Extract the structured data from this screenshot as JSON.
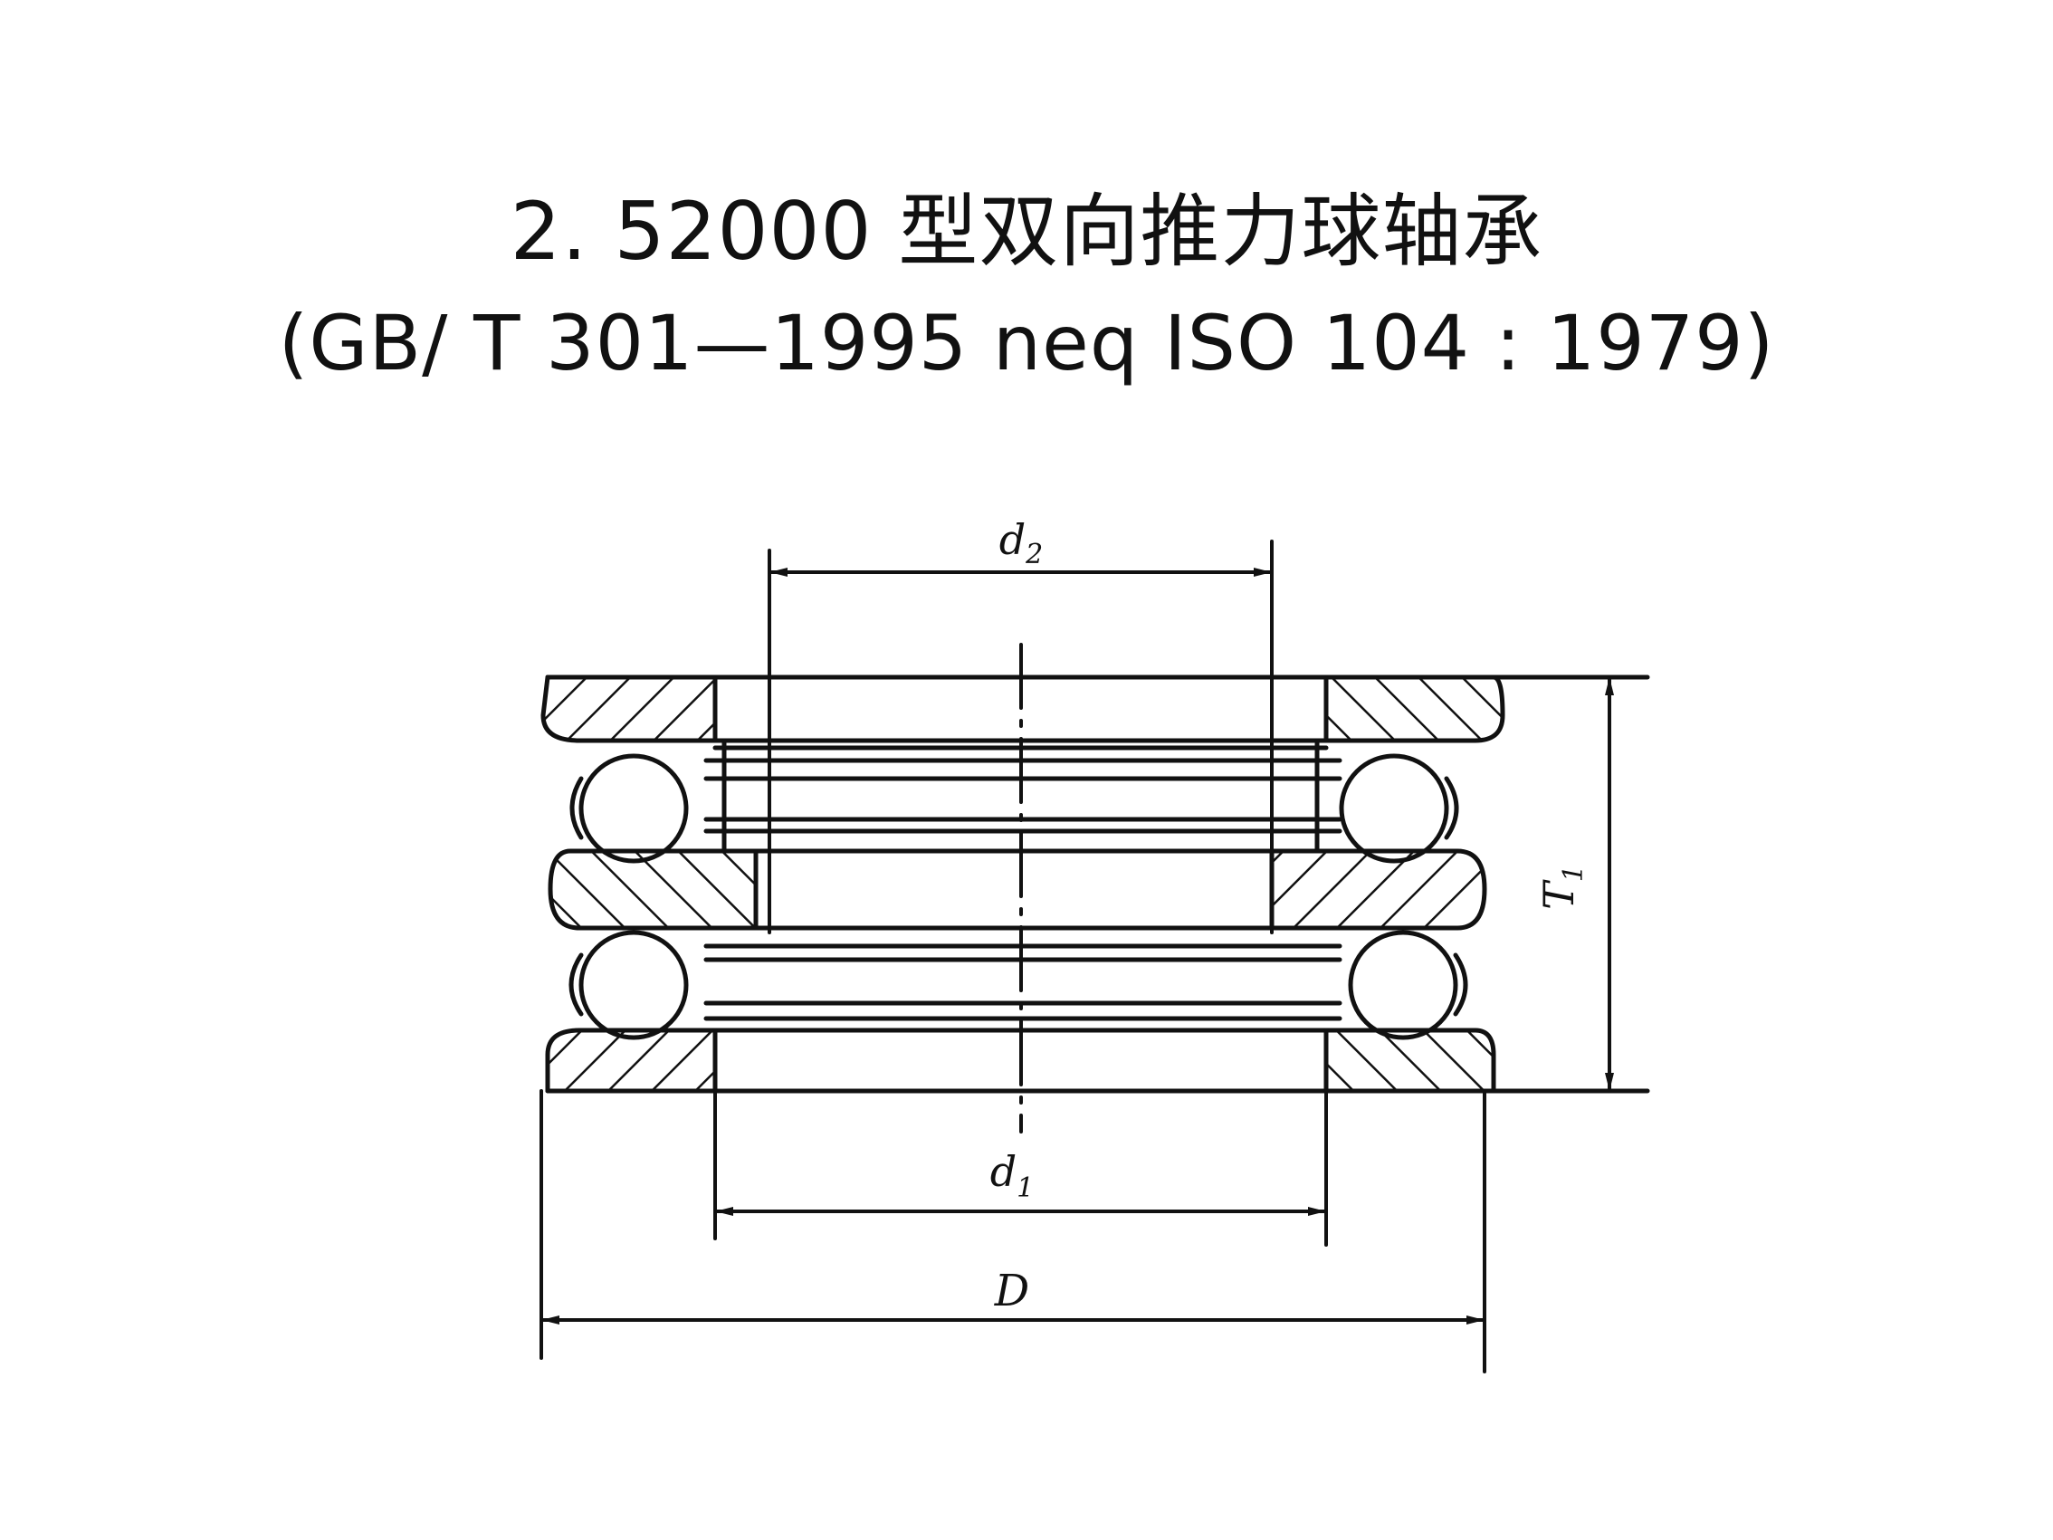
{
  "title": {
    "line1": "2. 52000 型双向推力球轴承",
    "line2": "(GB/ T 301—1995   neq ISO 104 : 1979)"
  },
  "diagram": {
    "labels": {
      "d2": "d",
      "d2_sub": "2",
      "d1": "d",
      "d1_sub": "1",
      "D": "D",
      "T1": "T",
      "T1_sub": "1"
    }
  },
  "colors": {
    "ink": "#111111",
    "background": "#ffffff"
  }
}
